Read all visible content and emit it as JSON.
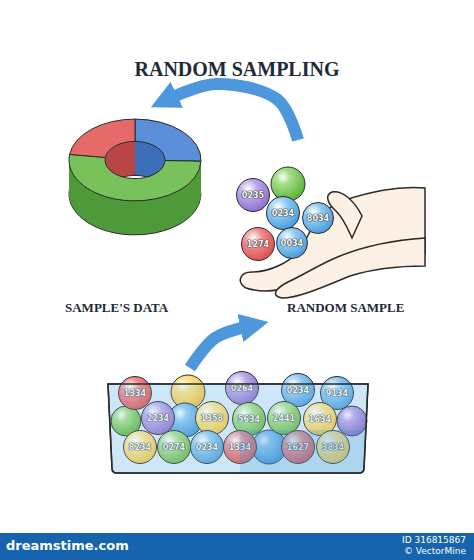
{
  "diagram": {
    "title": "RANDOM SAMPLING",
    "nodes": [
      {
        "text": [
          "SAMPLE'S DATA"
        ]
      },
      {
        "text": [
          "RANDOM SAMPLE"
        ]
      },
      {
        "text": [
          "0235"
        ],
        "in": 1
      },
      {
        "text": [
          "0234"
        ],
        "in": 1
      },
      {
        "text": [
          "8034"
        ],
        "in": 1
      },
      {
        "text": [
          "1274"
        ],
        "in": 1
      },
      {
        "text": [
          "0034"
        ],
        "in": 1
      },
      {
        "text": []
      },
      {
        "text": [
          "1334"
        ],
        "in": 7
      },
      {
        "text": [
          "0264"
        ],
        "in": 7
      },
      {
        "text": [
          "0234"
        ],
        "in": 7
      },
      {
        "text": [
          "9134"
        ],
        "in": 7
      },
      {
        "text": [
          "2234"
        ],
        "in": 7
      },
      {
        "text": [
          "1358"
        ],
        "in": 7
      },
      {
        "text": [
          "5634"
        ],
        "in": 7
      },
      {
        "text": [
          "2441"
        ],
        "in": 7
      },
      {
        "text": [
          "1634"
        ],
        "in": 7
      },
      {
        "text": [
          "8234"
        ],
        "in": 7
      },
      {
        "text": [
          "0274"
        ],
        "in": 7
      },
      {
        "text": [
          "0234"
        ],
        "in": 7
      },
      {
        "text": [
          "1334"
        ],
        "in": 7
      },
      {
        "text": [
          "1627"
        ],
        "in": 7
      },
      {
        "text": [
          "3834"
        ],
        "in": 7
      }
    ],
    "edges": [
      {
        "from": 7,
        "to": 1,
        "arrow": "to"
      },
      {
        "from": 1,
        "to": 0,
        "arrow": "to"
      }
    ],
    "labels": [
      "dreamstime.com",
      "ID 316815867",
      "© VectorMine"
    ]
  }
}
